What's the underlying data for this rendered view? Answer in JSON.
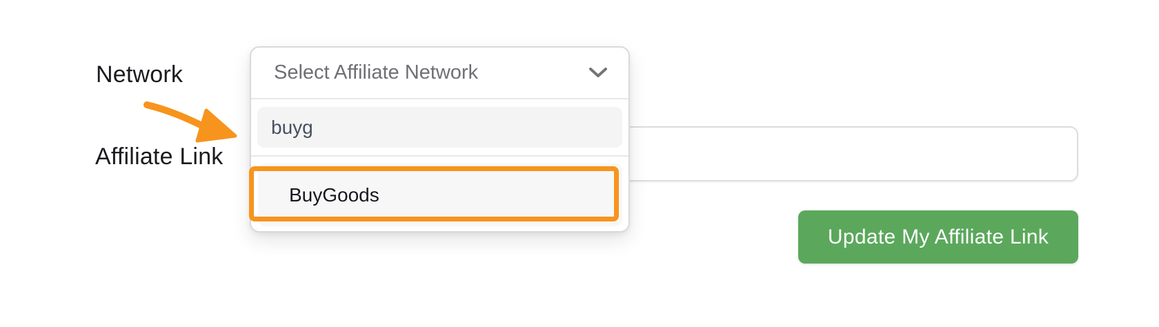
{
  "form": {
    "network_label": "Network",
    "affiliate_link_label": "Affiliate Link",
    "affiliate_link_value": "",
    "submit_label": "Update My Affiliate Link"
  },
  "dropdown": {
    "placeholder": "Select Affiliate Network",
    "search_value": "buyg",
    "options": [
      {
        "label": "BuyGoods",
        "highlighted": true
      }
    ]
  },
  "icons": {
    "dropdown_chevron": "chevron-down",
    "annotation_arrow": "arrow-pointing-down-right"
  },
  "colors": {
    "annotation_orange": "#F7941D",
    "button_green": "#5BA85C",
    "placeholder_gray": "#6F6F76",
    "search_field_gray": "#F4F4F5",
    "option_row_gray": "#F7F7F8",
    "border_gray": "#D9D9DE",
    "label_black": "#1B1B1F"
  }
}
